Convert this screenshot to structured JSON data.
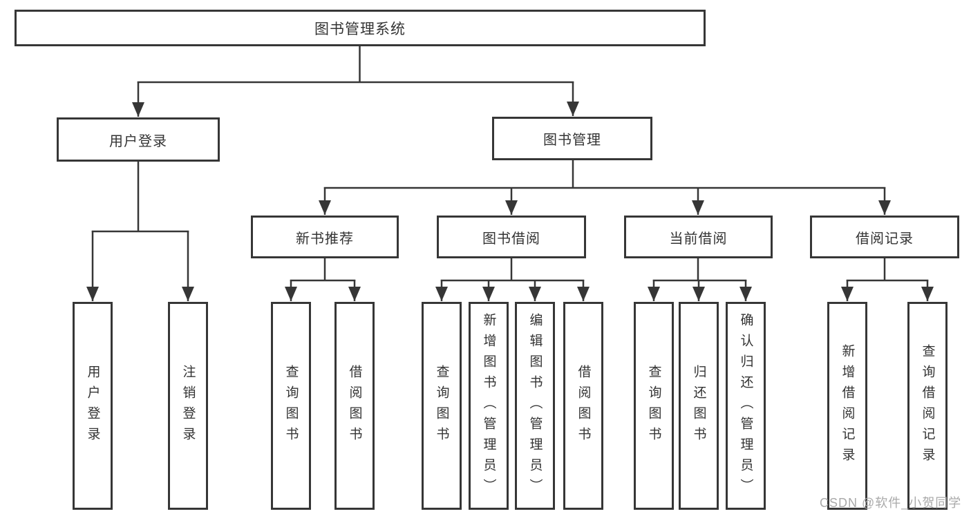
{
  "colors": {
    "line-color": "#363636",
    "watermark-color": "#a9a9a9",
    "box-bg": "#ffffff"
  },
  "watermark": {
    "text": "CSDN @软件_小贺同学"
  },
  "tree": {
    "root": "图书管理系统",
    "branches": [
      {
        "label": "用户登录",
        "children": [
          {
            "label": "用户登录"
          },
          {
            "label": "注销登录"
          }
        ]
      },
      {
        "label": "图书管理",
        "children": [
          {
            "label": "新书推荐",
            "children": [
              {
                "label": "查询图书"
              },
              {
                "label": "借阅图书"
              }
            ]
          },
          {
            "label": "图书借阅",
            "children": [
              {
                "label": "查询图书"
              },
              {
                "label": "新增图书（管理员）"
              },
              {
                "label": "编辑图书（管理员）"
              },
              {
                "label": "借阅图书"
              }
            ]
          },
          {
            "label": "当前借阅",
            "children": [
              {
                "label": "查询图书"
              },
              {
                "label": "归还图书"
              },
              {
                "label": "确认归还（管理员）"
              }
            ]
          },
          {
            "label": "借阅记录",
            "children": [
              {
                "label": "新增借阅记录"
              },
              {
                "label": "查询借阅记录"
              }
            ]
          }
        ]
      }
    ]
  }
}
